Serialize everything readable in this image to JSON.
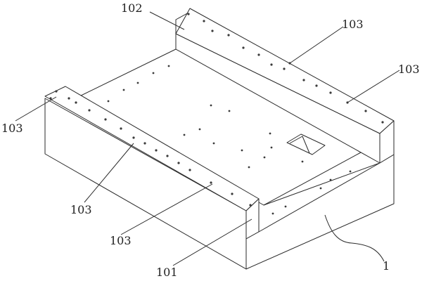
{
  "labels": {
    "frame": "1",
    "part_101": "101",
    "part_102": "102",
    "part_103": "103"
  }
}
